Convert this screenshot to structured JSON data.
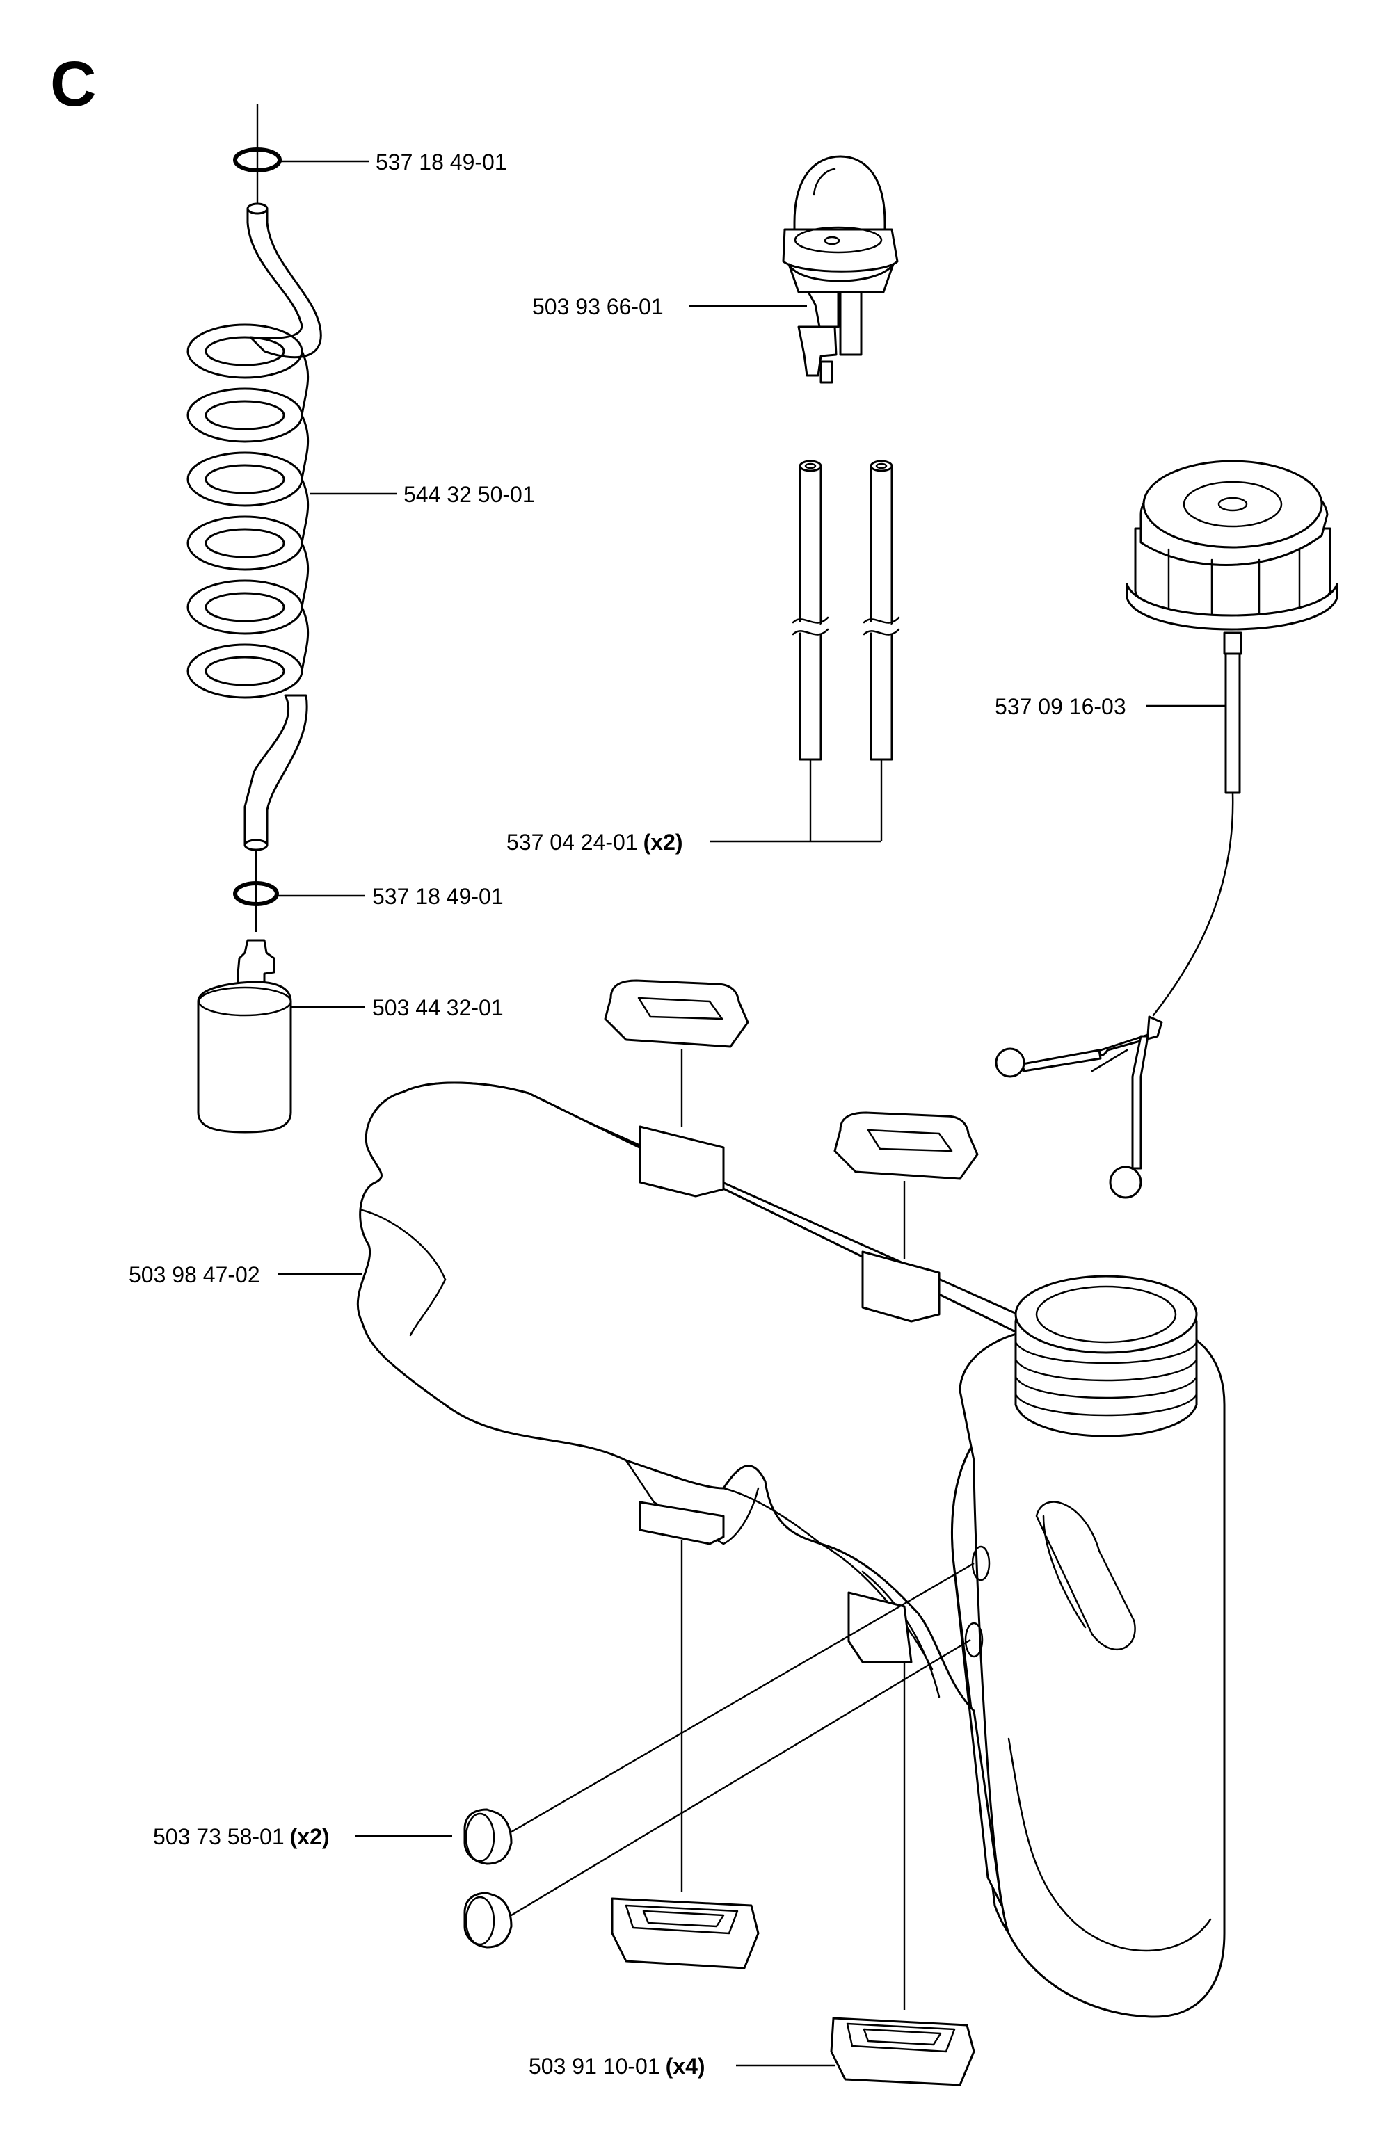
{
  "section_letter": "C",
  "parts": {
    "o_ring_top": {
      "number": "537 18 49-01"
    },
    "primer_bulb": {
      "number": "503 93 66-01"
    },
    "fuel_hose_coiled": {
      "number": "544 32 50-01"
    },
    "fuel_pipe": {
      "number": "537 04 24-01",
      "qty": "(x2)"
    },
    "fuel_cap": {
      "number": "537 09 16-03"
    },
    "o_ring_bottom": {
      "number": "537 18 49-01"
    },
    "fuel_filter": {
      "number": "503 44 32-01"
    },
    "fuel_tank": {
      "number": "503 98 47-02"
    },
    "grommet": {
      "number": "503 73 58-01",
      "qty": "(x2)"
    },
    "rubber_mount": {
      "number": "503 91 10-01",
      "qty": "(x4)"
    }
  }
}
